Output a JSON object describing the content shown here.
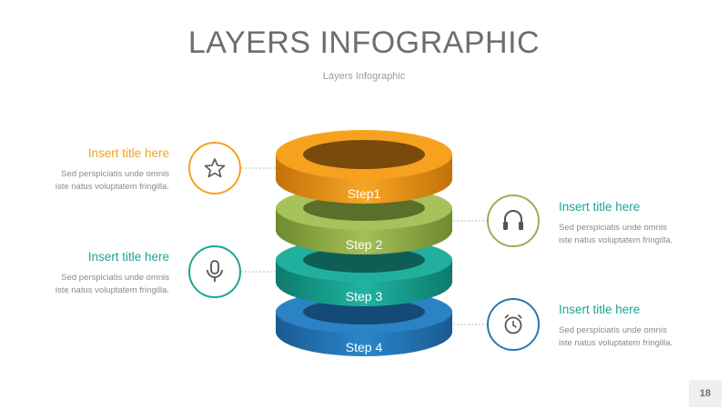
{
  "slide": {
    "title": "LAYERS INFOGRAPHIC",
    "subtitle": "Layers Infographic",
    "page_number": "18"
  },
  "layers": [
    {
      "label": "Step1",
      "color": "#f49b1c",
      "dark": "#c97608"
    },
    {
      "label": "Step 2",
      "color": "#98b54d",
      "dark": "#768f34"
    },
    {
      "label": "Step 3",
      "color": "#1ba594",
      "dark": "#0e7f72"
    },
    {
      "label": "Step 4",
      "color": "#2478b7",
      "dark": "#175a8f"
    }
  ],
  "callouts": [
    {
      "title": "Insert title here",
      "text_line1": "Sed perspiciatis unde omnis",
      "text_line2": "iste natus voluptatem fringilla.",
      "icon": "star-icon",
      "color": "#f0a323"
    },
    {
      "title": "Insert title here",
      "text_line1": "Sed perspiciatis unde omnis",
      "text_line2": "iste natus voluptatem fringilla.",
      "icon": "headphones-icon",
      "color": "#9aaf58"
    },
    {
      "title": "Insert title here",
      "text_line1": "Sed perspiciatis unde omnis",
      "text_line2": "iste natus voluptatem fringilla.",
      "icon": "microphone-icon",
      "color": "#1ba594"
    },
    {
      "title": "Insert title here",
      "text_line1": "Sed perspiciatis unde omnis",
      "text_line2": "iste natus voluptatem fringilla.",
      "icon": "alarm-clock-icon",
      "color": "#2b77ac"
    }
  ]
}
